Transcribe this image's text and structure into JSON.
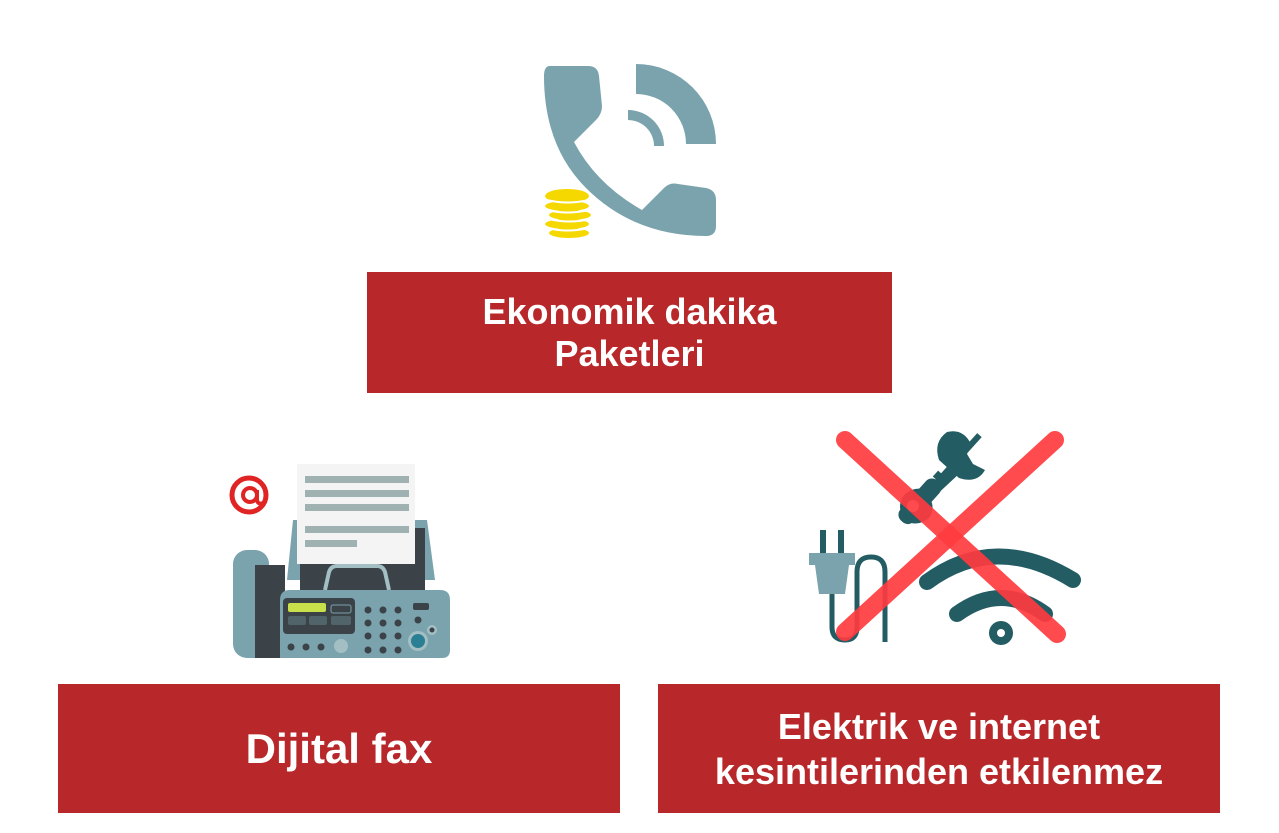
{
  "colors": {
    "box_fill": "#b8282a",
    "box_text": "#ffffff",
    "phone_icon": "#7aa3ad",
    "coins": "#f5d800",
    "at_sign": "#e02424",
    "fax_body": "#7aa3ad",
    "fax_dark": "#3b4248",
    "tool_icons": "#235c63",
    "cross": "#ff3b3f"
  },
  "features": [
    {
      "id": "economic-minutes",
      "icon": "phone-with-coins-icon",
      "lines": [
        "Ekonomik dakika",
        "Paketleri"
      ]
    },
    {
      "id": "digital-fax",
      "icon": "fax-machine-icon",
      "lines": [
        "Dijital fax"
      ]
    },
    {
      "id": "outage-resistant",
      "icon": "no-power-no-internet-icon",
      "lines": [
        "Elektrik ve internet",
        "kesintilerinden etkilenmez"
      ]
    }
  ]
}
